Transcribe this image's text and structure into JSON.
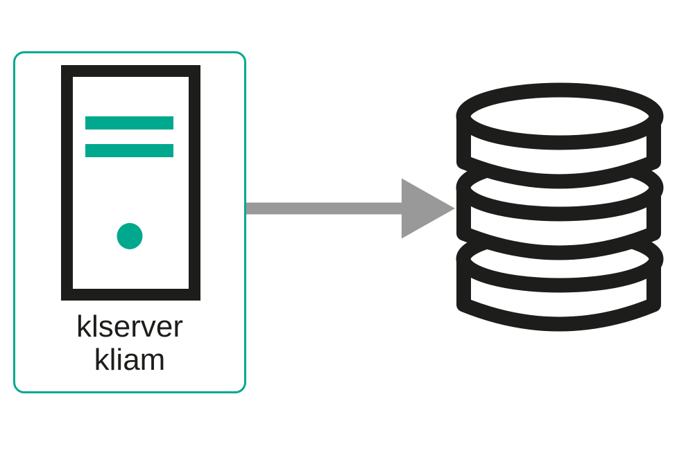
{
  "colors": {
    "accent_teal": "#00a88e",
    "icon_black": "#1d1d1b",
    "arrow_gray": "#999999",
    "background": "#ffffff"
  },
  "diagram": {
    "server_node": {
      "icon": "server-tower-icon",
      "label_line1": "klserver",
      "label_line2": "kliam"
    },
    "connector": {
      "icon": "arrow-right-icon",
      "direction": "right"
    },
    "database_node": {
      "icon": "database-icon"
    }
  }
}
